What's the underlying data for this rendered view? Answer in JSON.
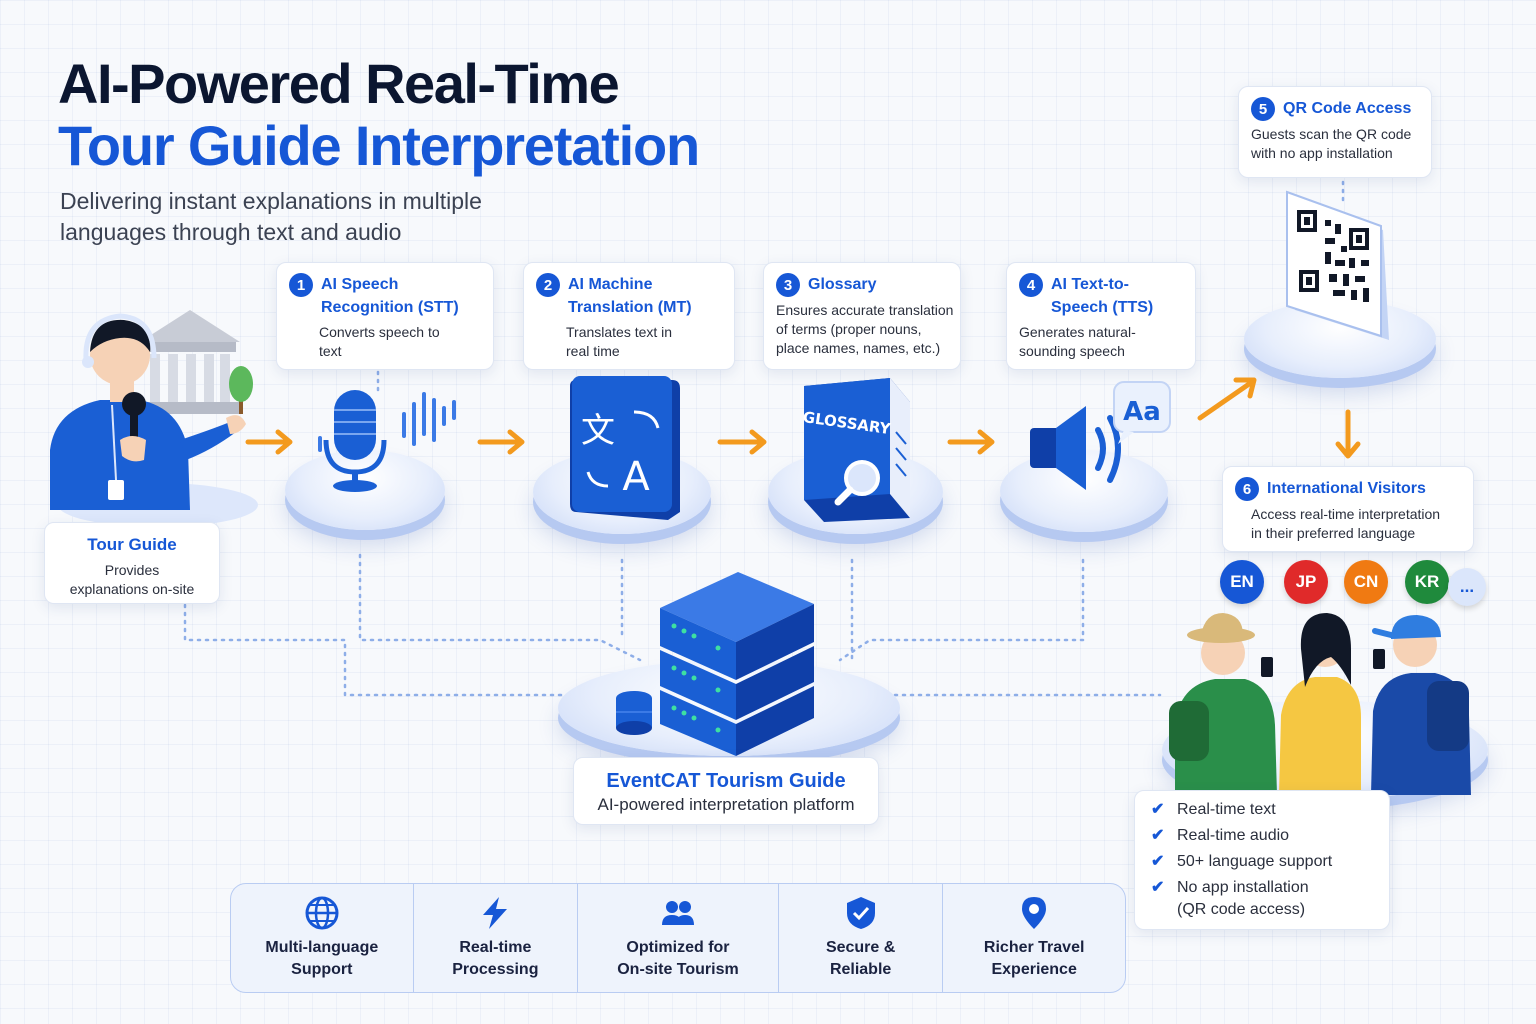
{
  "title": {
    "line1": "AI-Powered Real-Time",
    "line2": "Tour Guide Interpretation"
  },
  "subtitle": "Delivering instant explanations in multiple languages through text and audio",
  "tour_guide": {
    "title": "Tour Guide",
    "desc": "Provides explanations on-site"
  },
  "steps": [
    {
      "num": "1",
      "title": "AI Speech Recognition (STT)",
      "desc": "Converts speech to text"
    },
    {
      "num": "2",
      "title": "AI Machine Translation (MT)",
      "desc": "Translates text in real time"
    },
    {
      "num": "3",
      "title": "Glossary",
      "desc": "Ensures accurate translation of terms (proper nouns, place names, names, etc.)"
    },
    {
      "num": "4",
      "title": "AI Text-to-Speech (TTS)",
      "desc": "Generates natural-sounding speech"
    },
    {
      "num": "5",
      "title": "QR Code Access",
      "desc": "Guests scan the QR code with no app installation"
    },
    {
      "num": "6",
      "title": "International Visitors",
      "desc": "Access real-time interpretation in their preferred language"
    }
  ],
  "icon_text": {
    "glossary_book": "GLOSSARY",
    "tts_bubble": "Aa",
    "mt_src": "文",
    "mt_dst": "A"
  },
  "platform": {
    "title": "EventCAT Tourism Guide",
    "desc": "AI-powered interpretation platform"
  },
  "languages": [
    {
      "code": "EN",
      "color": "#1657d6"
    },
    {
      "code": "JP",
      "color": "#e02a2a"
    },
    {
      "code": "CN",
      "color": "#f07a12"
    },
    {
      "code": "KR",
      "color": "#1f8a3c"
    },
    {
      "code": "...",
      "color": "#dbe6fb"
    }
  ],
  "benefits": [
    "Real-time text",
    "Real-time audio",
    "50+ language support",
    "No app installation (QR code access)"
  ],
  "features": [
    {
      "label": "Multi-language Support",
      "icon": "globe-icon"
    },
    {
      "label": "Real-time Processing",
      "icon": "lightning-icon"
    },
    {
      "label": "Optimized for On-site Tourism",
      "icon": "people-icon"
    },
    {
      "label": "Secure & Reliable",
      "icon": "shield-icon"
    },
    {
      "label": "Richer Travel Experience",
      "icon": "location-pin-icon"
    }
  ],
  "colors": {
    "primary": "#1657d6",
    "arrow": "#f39a1e",
    "platform": "#c7d6f6"
  }
}
